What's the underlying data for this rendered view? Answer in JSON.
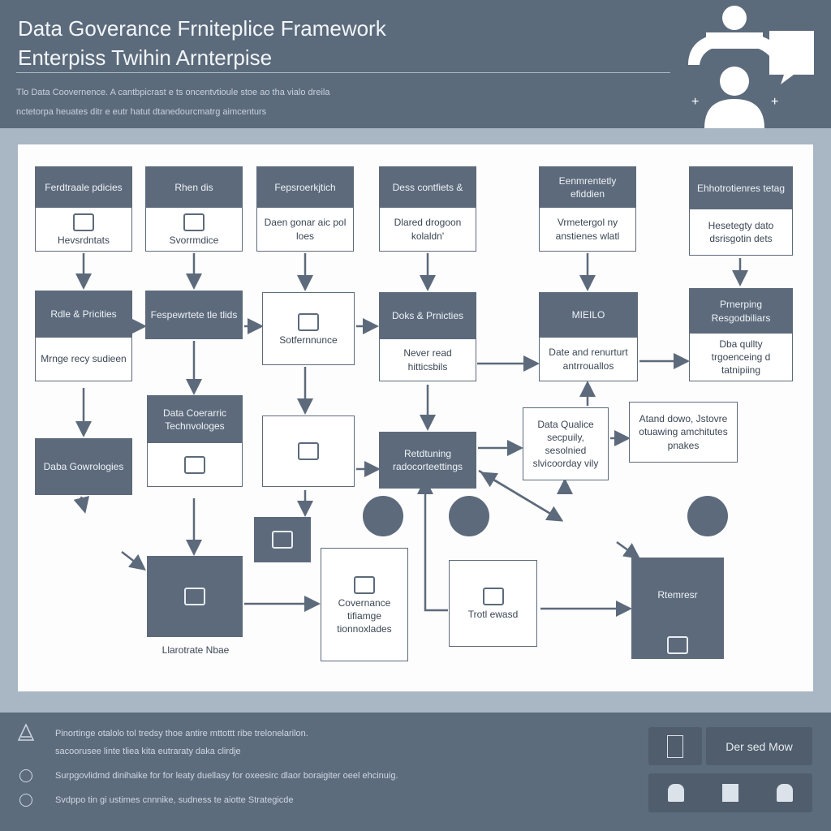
{
  "header": {
    "title_line1": "Data Goverance Frniteplice Framework",
    "title_line2": "Enterpiss Twihin Arnterpise",
    "subtitle_line1": "Tlo Data Coovernence. A cantbpicrast e ts oncentvtioule stoe ao tha vialo dreila",
    "subtitle_line2": "nctetorpa heuates ditr e eutr hatut dtanedourcmatrg aimcenturs"
  },
  "boxes": [
    {
      "head": "Ferdtraale pdicies",
      "body": "Hevsrdntats",
      "icon": "bar-chart-icon"
    },
    {
      "head": "Rhen dis",
      "body": "Svorrmdice",
      "icon": "document-icon"
    },
    {
      "head": "Fepsroerkjtich",
      "body": "Daen gonar aic pol loes"
    },
    {
      "head": "Dess contfiets &",
      "body": "Dlared drogoon kolaldn'"
    },
    {
      "head": "Eenmrentetly efiddien",
      "body": "Vrmetergol ny anstienes wlatl"
    },
    {
      "head": "Ehhotrotienres tetag",
      "body": "Hesetegty dato dsrisgotin dets"
    },
    {
      "head": "Rdle & Pricities",
      "body": "Mrnge recy sudieen"
    },
    {
      "head": "Fespewrtete tle tlids"
    },
    {
      "body": "Sotfernnunce",
      "icon": "person-gear-icon"
    },
    {
      "head": "Doks & Prnicties",
      "body": "Never read hitticsbils"
    },
    {
      "head": "MIEILO",
      "body": "Date and renurturt antrrouallos"
    },
    {
      "head": "Prnerping Resgodbiliars",
      "body": "Dba qullty trgoenceing d tatnipiing"
    },
    {
      "head": "Daba Gowrologies"
    },
    {
      "head": "Data Coerarric Technvologes",
      "icon": "chat-icon"
    },
    {
      "icon": "documents-icon"
    },
    {
      "head": "Retdtuning radocorteettings"
    },
    {
      "body": "Data Qualice secpuily, sesolnied slvicoorday vily"
    },
    {
      "body": "Atand dowo, Jstovre otuawing amchitutes pnakes"
    },
    {
      "icon": "person-icon"
    },
    {
      "icon": "boxes-icon"
    },
    {
      "body": "Covernance tifiamge tionnoxlades",
      "icon": "person-network-icon"
    },
    {
      "body": "Trotl ewasd",
      "icon": "server-icon"
    },
    {
      "head": "Rtemresr",
      "icon": "cycle-icon"
    }
  ],
  "captions": {
    "storage": "Llarotrate Nbae"
  },
  "footer": {
    "items": [
      "Pinortinge otalolo tol tredsy thoe antire mttottt ribe trelonelarilon.",
      "sacoorusee linte tliea kita eutraraty daka clirdje",
      "Surpgovlidmd dinihaike for for leaty duellasy for oxeesirc dlaor boraigiter oeel ehcinuig.",
      "Svdppo tin gi ustimes cnnnike, sudness te aiotte Strategicde"
    ],
    "button_label": "Der sed Mow"
  },
  "colors": {
    "header": "#5c6b7c",
    "frame": "#a9b6c4",
    "box": "#5c6a7b"
  }
}
